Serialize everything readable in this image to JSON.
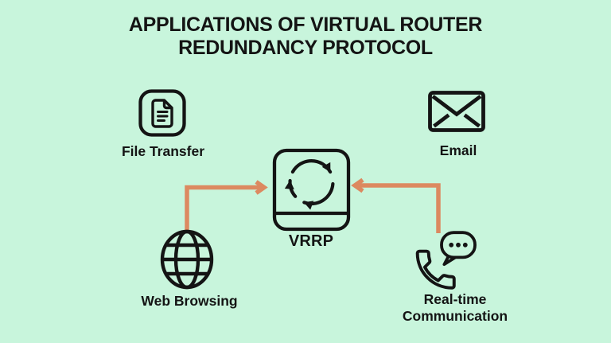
{
  "colors": {
    "background": "#C8F5DC",
    "ink": "#141414",
    "arrow": "#DC8960"
  },
  "title": {
    "line1": "APPLICATIONS OF VIRTUAL ROUTER",
    "line2": "REDUNDANCY PROTOCOL"
  },
  "center": {
    "label": "VRRP",
    "icon": "router-sync-cycle-icon"
  },
  "applications": [
    {
      "id": "file-transfer",
      "label": "File Transfer",
      "icon": "file-document-icon"
    },
    {
      "id": "email",
      "label": "Email",
      "icon": "envelope-icon"
    },
    {
      "id": "web-browsing",
      "label": "Web Browsing",
      "icon": "globe-icon"
    },
    {
      "id": "real-time-communication",
      "label": "Real-time Communication",
      "icon": "phone-chat-icon"
    }
  ]
}
